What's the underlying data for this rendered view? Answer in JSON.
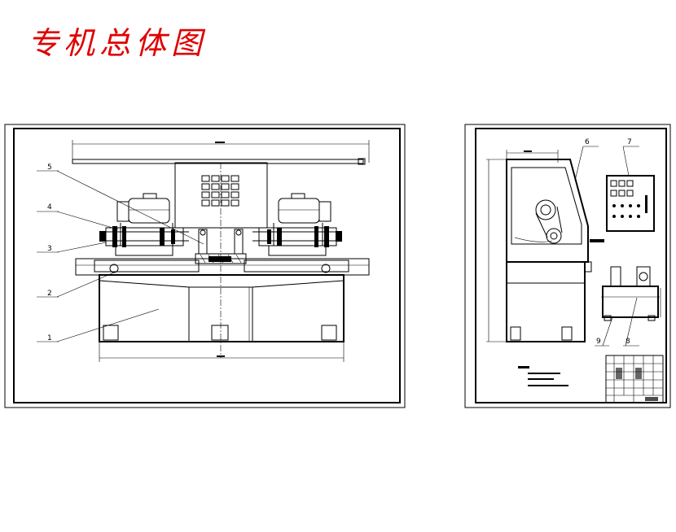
{
  "title": "专机总体图",
  "colors": {
    "title": "#e00000",
    "line": "#000000",
    "background": "#ffffff"
  },
  "front_view": {
    "part_labels": [
      "1",
      "2",
      "3",
      "4",
      "5"
    ]
  },
  "side_view": {
    "part_labels": [
      "6",
      "7",
      "8",
      "9"
    ]
  }
}
